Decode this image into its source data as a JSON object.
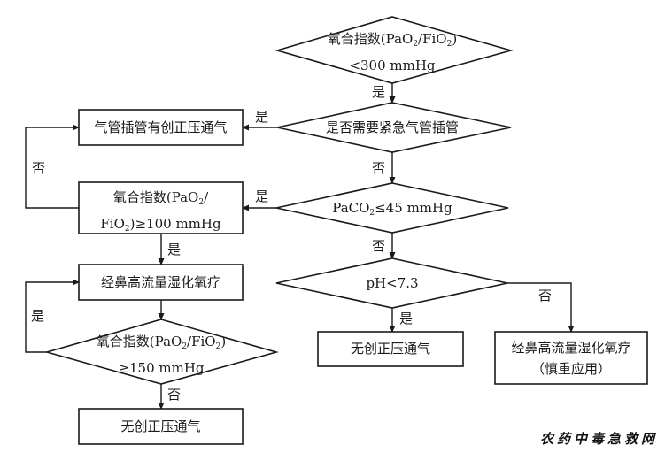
{
  "nodes": {
    "d1": {
      "line1_a": "氧合指数(PaO",
      "sub1": "2",
      "line1_b": "/FiO",
      "sub2": "2",
      "line1_c": ")",
      "line2": "<300 mmHg"
    },
    "d2": {
      "text": "是否需要紧急气管插管"
    },
    "d3": {
      "text_a": "PaCO",
      "sub": "2",
      "text_b": "≤45 mmHg"
    },
    "d4": {
      "text": "pH<7.3"
    },
    "b_intubation": {
      "text": "气管插管有创正压通气"
    },
    "b_oi100": {
      "line1_a": "氧合指数(PaO",
      "sub1": "2",
      "line1_b": "/",
      "line2_a": "FiO",
      "sub2": "2",
      "line2_b": ")≥100 mmHg"
    },
    "b_hfnc": {
      "text": "经鼻高流量湿化氧疗"
    },
    "d_oi150": {
      "line1_a": "氧合指数(PaO",
      "sub1": "2",
      "line1_b": "/FiO",
      "sub2": "2",
      "line1_c": ")",
      "line2": "≥150 mmHg"
    },
    "b_niv_left": {
      "text": "无创正压通气"
    },
    "b_niv_mid": {
      "text": "无创正压通气"
    },
    "b_hfnc_caution": {
      "line1": "经鼻高流量湿化氧疗",
      "line2": "（慎重应用）"
    }
  },
  "edge_labels": {
    "yes": "是",
    "no": "否"
  },
  "watermark": "农药中毒急救网",
  "colors": {
    "line": "#1a1a1a",
    "background": "#ffffff"
  }
}
